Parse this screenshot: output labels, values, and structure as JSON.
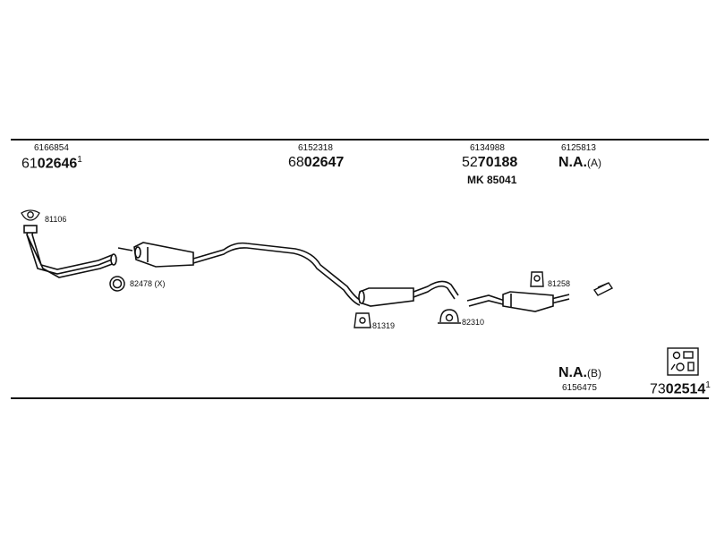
{
  "header_parts": [
    {
      "old_number": "6166854",
      "prefix": "61",
      "bold": "02646",
      "suffix": "1"
    },
    {
      "old_number": "6152318",
      "prefix": "68",
      "bold": "02647",
      "suffix": ""
    },
    {
      "old_number": "6134988",
      "prefix": "52",
      "bold": "70188",
      "suffix": "",
      "extra": "MK  85041"
    },
    {
      "old_number": "6125813",
      "na_text": "N.A.",
      "na_variant": "(A)"
    }
  ],
  "fittings": [
    {
      "id": "81106"
    },
    {
      "id": "82478 (X)"
    },
    {
      "id": "81319"
    },
    {
      "id": "82310"
    },
    {
      "id": "81258"
    }
  ],
  "footer": {
    "na_text": "N.A.",
    "na_variant": "(B)",
    "na_number": "6156475",
    "kit_prefix": "73",
    "kit_bold": "02514",
    "kit_suffix": "1"
  }
}
